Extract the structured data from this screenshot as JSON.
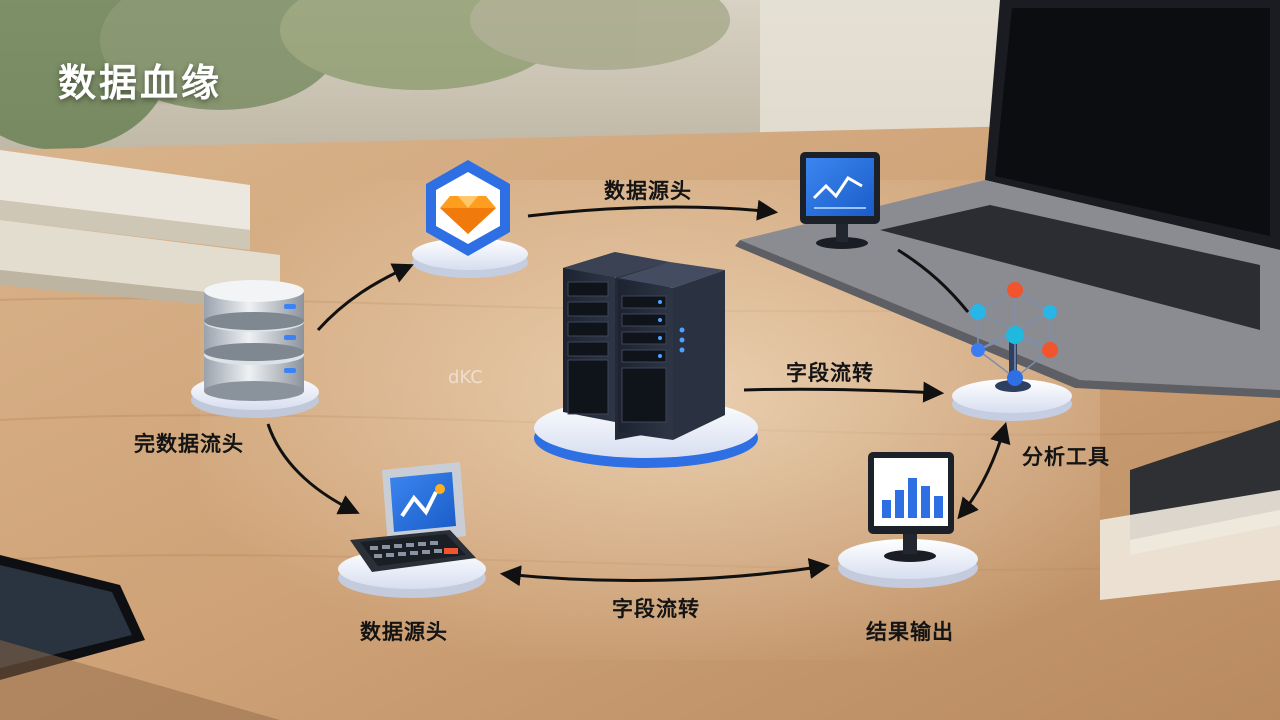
{
  "title": "数据血缘",
  "nodes": {
    "source_db": {
      "label": "完数据流头",
      "icon": "database-cylinder-icon"
    },
    "sketch": {
      "label": "",
      "icon": "sketch-diamond-icon"
    },
    "monitor_top": {
      "label": "",
      "icon": "monitor-chart-icon"
    },
    "server": {
      "label": "",
      "icon": "server-rack-icon"
    },
    "network": {
      "label": "分析工具",
      "icon": "network-graph-icon"
    },
    "computer": {
      "label": "数据源头",
      "icon": "retro-computer-icon"
    },
    "monitor_bar": {
      "label": "结果输出",
      "icon": "monitor-bar-chart-icon"
    }
  },
  "edges": {
    "top": "数据源头",
    "middle": "字段流转",
    "bottom": "字段流转"
  },
  "watermark": "dKC",
  "colors": {
    "accent": "#2f6fe4",
    "arrow": "#111111",
    "title": "#ffffff"
  }
}
